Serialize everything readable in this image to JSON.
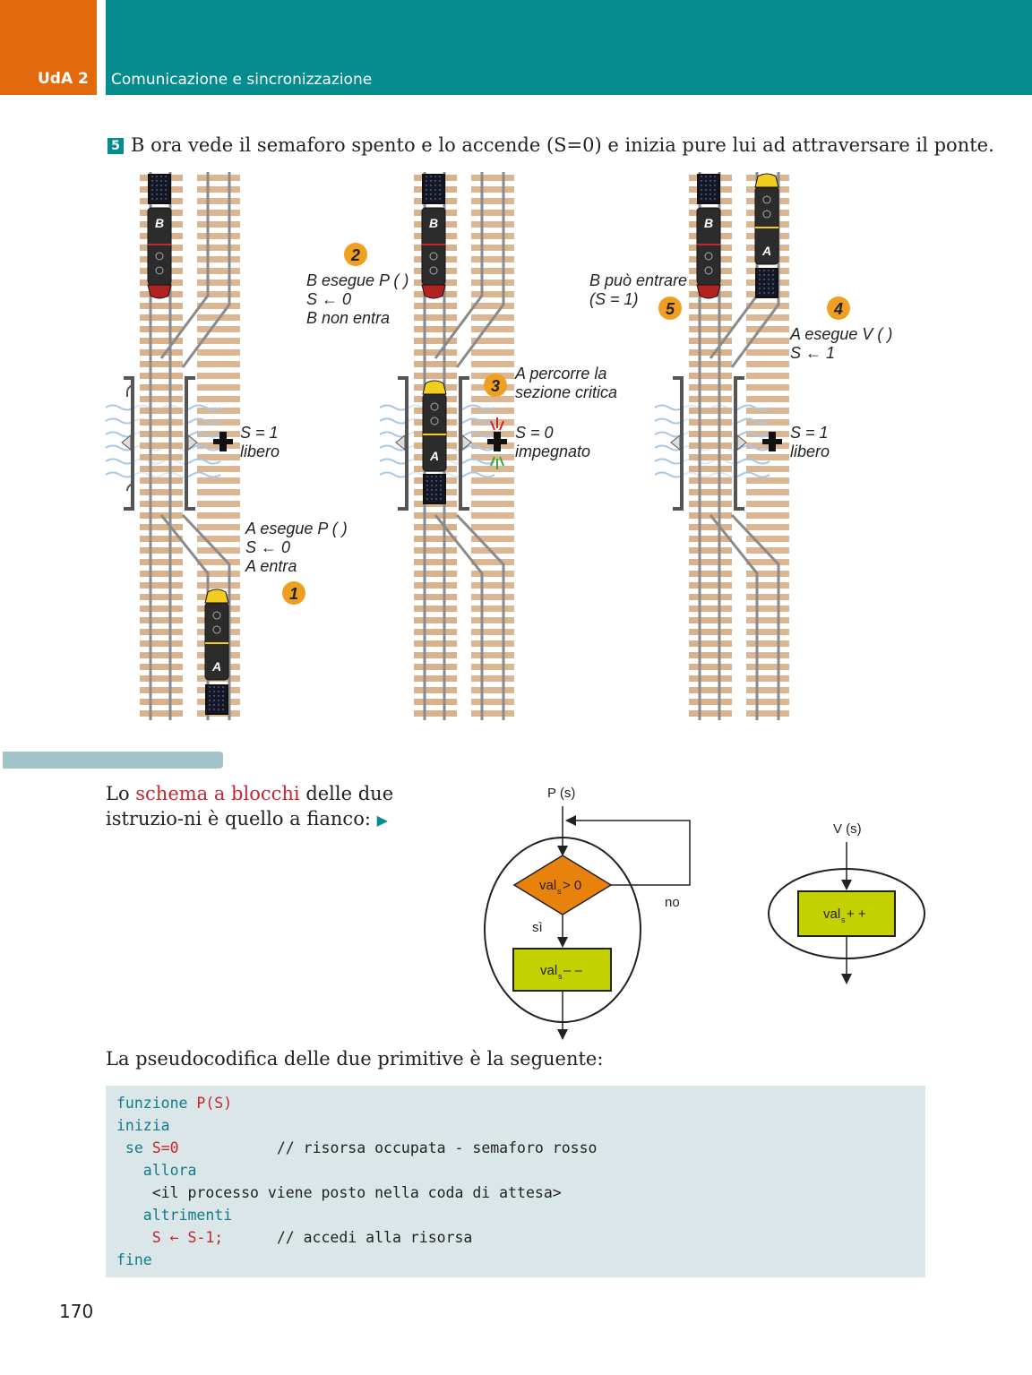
{
  "header": {
    "unit": "UdA 2",
    "title": "Comunicazione e sincronizzazione"
  },
  "step": {
    "number": "5",
    "text": "B ora vede il semaforo spento e lo accende (S=0) e inizia pure lui ad attraversare il ponte."
  },
  "figure": {
    "panel1": {
      "semaphore_value": "S = 1",
      "semaphore_state": "libero",
      "note_line1": "A esegue P ( )",
      "note_line2": "S ← 0",
      "note_line3": "A entra",
      "badge": "1"
    },
    "panel2": {
      "note_line1": "B esegue P ( )",
      "note_line2": "S ← 0",
      "note_line3": "B non entra",
      "badge": "2",
      "critical_line1": "A percorre la",
      "critical_line2": "sezione critica",
      "critical_badge": "3",
      "semaphore_value": "S = 0",
      "semaphore_state": "impegnato"
    },
    "panel3": {
      "b_line1": "B può entrare",
      "b_line2": "(S = 1)",
      "b_badge": "5",
      "a_line1": "A esegue V ( )",
      "a_line2": "S ← 1",
      "a_badge": "4",
      "semaphore_value": "S = 1",
      "semaphore_state": "libero"
    },
    "train_a": "A",
    "train_b": "B"
  },
  "block_text": {
    "before": "Lo ",
    "highlight": "schema a blocchi",
    "after": " delle due istruzio-ni è quello a fianco: ",
    "arrow": "▶"
  },
  "flowchart_p": {
    "title": "P (s)",
    "condition_main": "val",
    "condition_sub": "s",
    "condition_rest": " > 0",
    "yes": "sì",
    "no": "no",
    "action_main": "val",
    "action_sub": "s",
    "action_rest": " – –"
  },
  "flowchart_v": {
    "title": "V (s)",
    "action_main": "val",
    "action_sub": "s",
    "action_rest": " + +"
  },
  "pseudo_intro": "La pseudocodifica delle due primitive è la seguente:",
  "code": {
    "l1_kw": "funzione ",
    "l1_rd": "P(S)",
    "l2_kw": "inizia",
    "l3_kw": " se ",
    "l3_rd": "S=0",
    "l3_tx": "           // risorsa occupata - semaforo rosso",
    "l4_kw": "   allora",
    "l5_tx": "    <il processo viene posto nella coda di attesa>",
    "l6_kw": "   altrimenti",
    "l7_rd": "    S ← S-1;",
    "l7_tx": "      // accedi alla risorsa",
    "l8_kw": "fine"
  },
  "page_number": "170",
  "colors": {
    "teal": "#058c8f",
    "orange": "#e26a0c",
    "flow_diamond": "#e8820c",
    "flow_box": "#c3d100",
    "code_bg": "#dbe6e8"
  }
}
